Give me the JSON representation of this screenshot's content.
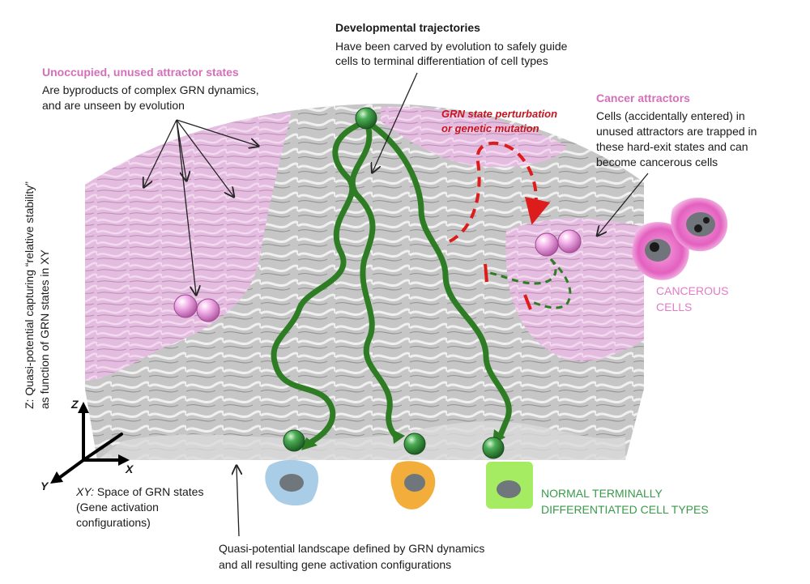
{
  "labels": {
    "dev_title": "Developmental trajectories",
    "dev_line1": "Have been carved by evolution to safely guide",
    "dev_line2": "cells to terminal differentiation of cell types",
    "unocc_title": "Unoccupied, unused attractor states",
    "unocc_line1": "Are byproducts of complex GRN dynamics,",
    "unocc_line2": "and are unseen by evolution",
    "grn_pert_line1": "GRN state  perturbation",
    "grn_pert_line2": "or genetic mutation",
    "cancer_title": "Cancer attractors",
    "cancer_line1": "Cells (accidentally entered) in",
    "cancer_line2": "unused attractors are trapped in",
    "cancer_line3": "these hard-exit states and can",
    "cancer_line4": "become cancerous cells",
    "cancerous_line1": "CANCEROUS",
    "cancerous_line2": "CELLS",
    "z_axis_line1": "Z: Quasi-potential capturing “relative stability”",
    "z_axis_line2": "as function  of GRN states in XY",
    "axis_z": "Z",
    "axis_x": "X",
    "axis_y": "Y",
    "xy_prefix": "XY:",
    "xy_line1": " Space of GRN states",
    "xy_line2": "(Gene activation",
    "xy_line3": "configurations)",
    "normal_line1": "NORMAL TERMINALLY",
    "normal_line2": "DIFFERENTIATED CELL TYPES",
    "landscape_line1": "Quasi-potential landscape defined by GRN dynamics",
    "landscape_line2": "and all resulting gene activation configurations"
  },
  "colors": {
    "trajectory": "#2e7d24",
    "ball_green": "#3a9a48",
    "ball_pink": "#f0a8e6",
    "attractor_region": "#e4bce0",
    "landscape": "#c9c9c9",
    "perturbation": "#dd1c1c",
    "cancer_cell": "#e860c0",
    "cell_blue": "#a9cde6",
    "cell_orange": "#f2ad3a",
    "cell_green": "#a6ec62"
  }
}
